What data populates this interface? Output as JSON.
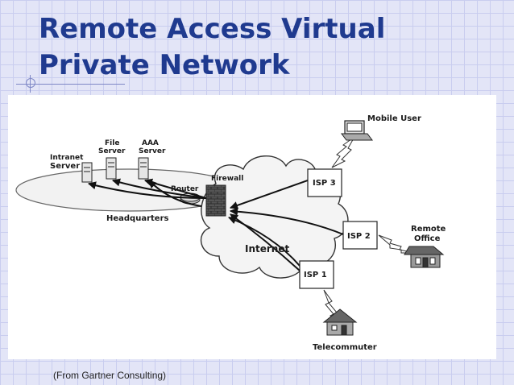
{
  "slide": {
    "title_line1": "Remote Access Virtual",
    "title_line2": "Private Network",
    "source_note": "(From Gartner Consulting)"
  },
  "diagram": {
    "labels": {
      "mobile_user": "Mobile User",
      "file_server_line1": "File",
      "file_server_line2": "Server",
      "aaa_server_line1": "AAA",
      "aaa_server_line2": "Server",
      "intranet_server_line1": "Intranet",
      "intranet_server_line2": "Server",
      "firewall": "Firewall",
      "router": "Router",
      "headquarters": "Headquarters",
      "internet": "Internet",
      "isp1": "ISP 1",
      "isp2": "ISP 2",
      "isp3": "ISP 3",
      "remote_office_line1": "Remote",
      "remote_office_line2": "Office",
      "telecommuter": "Telecommuter"
    }
  },
  "colors": {
    "title": "#1f3a8f",
    "background": "#e3e5f7",
    "grid": "#c9cdef"
  }
}
